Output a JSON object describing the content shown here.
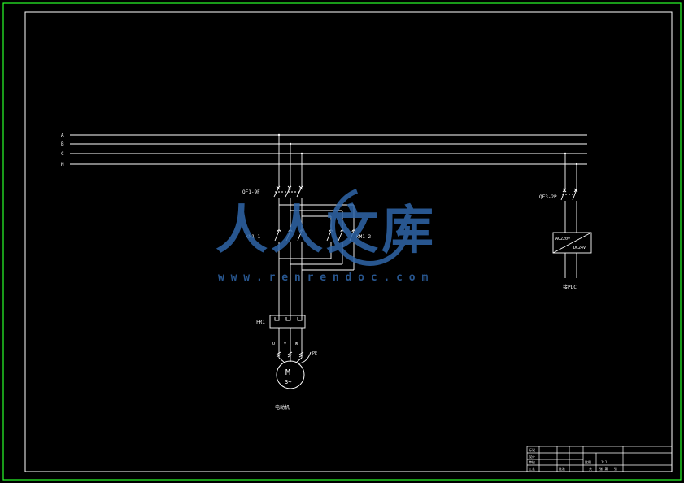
{
  "colors": {
    "background": "#000000",
    "outer_frame": "#2aff2a",
    "wiring": "#ffffff",
    "watermark": "#2f66a8"
  },
  "buses": [
    "A",
    "B",
    "C",
    "N"
  ],
  "components": {
    "main_breaker": "QF1-9F",
    "contactor_1": "KM1-1",
    "contactor_2": "KM1-2",
    "thermal_relay": "FR1",
    "phase_u": "U",
    "phase_v": "V",
    "phase_w": "W",
    "pe_mark": "PE",
    "motor_symbol": "M",
    "motor_type": "3~",
    "motor_caption": "电动机",
    "plc_breaker": "QF3-2P",
    "psu_input": "AC220V",
    "psu_output": "DC24V",
    "plc_caption": "接PLC"
  },
  "watermark": {
    "chinese": "人人文库",
    "url": "w w w . r e n r e n d o c . c o m"
  },
  "title_block": {
    "r1": "标记",
    "r2": "设计",
    "r3": "审核",
    "r4": "工艺",
    "col_a": "批准",
    "scale_label": "比例",
    "scale_value": "1:1",
    "sheet_a": "共",
    "sheet_b": "张 第",
    "sheet_c": "张"
  }
}
